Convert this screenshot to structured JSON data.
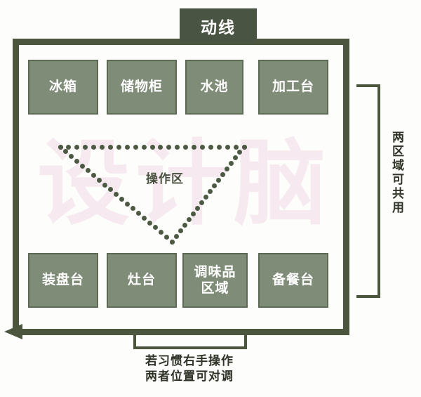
{
  "diagram": {
    "title": "动线",
    "center_zone_label": "操作区",
    "watermark_text": "设计脑",
    "side_note": "两区域可共用",
    "bottom_note": "若习惯右手操作\n两者位置可对调",
    "colors": {
      "frame": "#4c563f",
      "title_chip": "#4a5442",
      "unit_fill": "#7f8c78",
      "unit_border": "#5e6a56",
      "unit_text": "#ffffff",
      "dot": "#4c5a43",
      "caption_text": "#2f3328",
      "watermark": "#f6e9ef",
      "background": "#fdfdfb"
    },
    "top_row": [
      {
        "label": "冰箱"
      },
      {
        "label": "储物柜"
      },
      {
        "label": "水池"
      },
      {
        "label": "加工台"
      }
    ],
    "bottom_row": [
      {
        "label": "装盘台"
      },
      {
        "label": "灶台"
      },
      {
        "label": "调味品\n区域"
      },
      {
        "label": "备餐台"
      }
    ],
    "flow_arrow_direction": "left"
  }
}
